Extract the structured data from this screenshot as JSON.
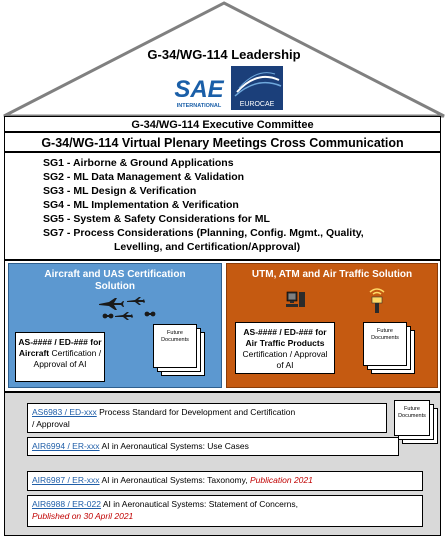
{
  "leadership": {
    "title": "G-34/WG-114 Leadership"
  },
  "logos": {
    "sae_main": "SAE",
    "sae_sub": "INTERNATIONAL",
    "eurocae": "EUROCAE"
  },
  "exec_committee": "G-34/WG-114 Executive Committee",
  "plenary": "G-34/WG-114 Virtual Plenary Meetings Cross Communication",
  "subgroups": [
    "SG1 - Airborne & Ground Applications",
    "SG2 - ML Data  Management & Validation",
    "SG3 - ML Design & Verification",
    "SG4 - ML Implementation & Verification",
    "SG5 - System & Safety Considerations for ML",
    "SG7 - Process Considerations (Planning, Config. Mgmt., Quality,",
    "Levelling, and Certification/Approval)"
  ],
  "aircraft_panel": {
    "title_line1": "Aircraft and UAS Certification",
    "title_line2": "Solution",
    "box_prefix": "AS-####  / ED-### for",
    "box_bold": "Aircraft",
    "box_rest1": "Certification /",
    "box_rest2": "Approval of AI",
    "future": "Future Documents",
    "icon": "aircraft-and-drones-icon"
  },
  "atm_panel": {
    "title": "UTM, ATM and Air Traffic Solution",
    "box_line1": "AS-####  / ED-### for",
    "box_bold": "Air Traffic Products",
    "box_line3": "Certification / Approval",
    "box_line4": "of AI",
    "future": "Future Documents",
    "icon_computer": "computer-icon",
    "icon_tower": "control-tower-icon"
  },
  "documents": [
    {
      "ref": "AS6983 / ED-xxx",
      "text": "Process Standard for Development and Certification",
      "text2": "/ Approval",
      "note": ""
    },
    {
      "ref": "AIR6994 / ER-xxx",
      "text": "AI in Aeronautical Systems: Use Cases",
      "text2": "",
      "note": ""
    },
    {
      "ref": "AIR6987 / ER-xxx",
      "text": "AI in Aeronautical Systems: Taxonomy,",
      "text2": "",
      "note": "Publication 2021"
    },
    {
      "ref": "AIR6988 / ER-022",
      "text": "AI in Aeronautical Systems: Statement of Concerns,",
      "text2": "",
      "note": "Published on 30 April 2021"
    }
  ],
  "bottom_future": "Future Documents",
  "colors": {
    "blue_panel": "#5c98d0",
    "orange_panel": "#c55a11",
    "link": "#1f5ea8",
    "note": "#c00000",
    "gray": "#d9d9d9"
  }
}
